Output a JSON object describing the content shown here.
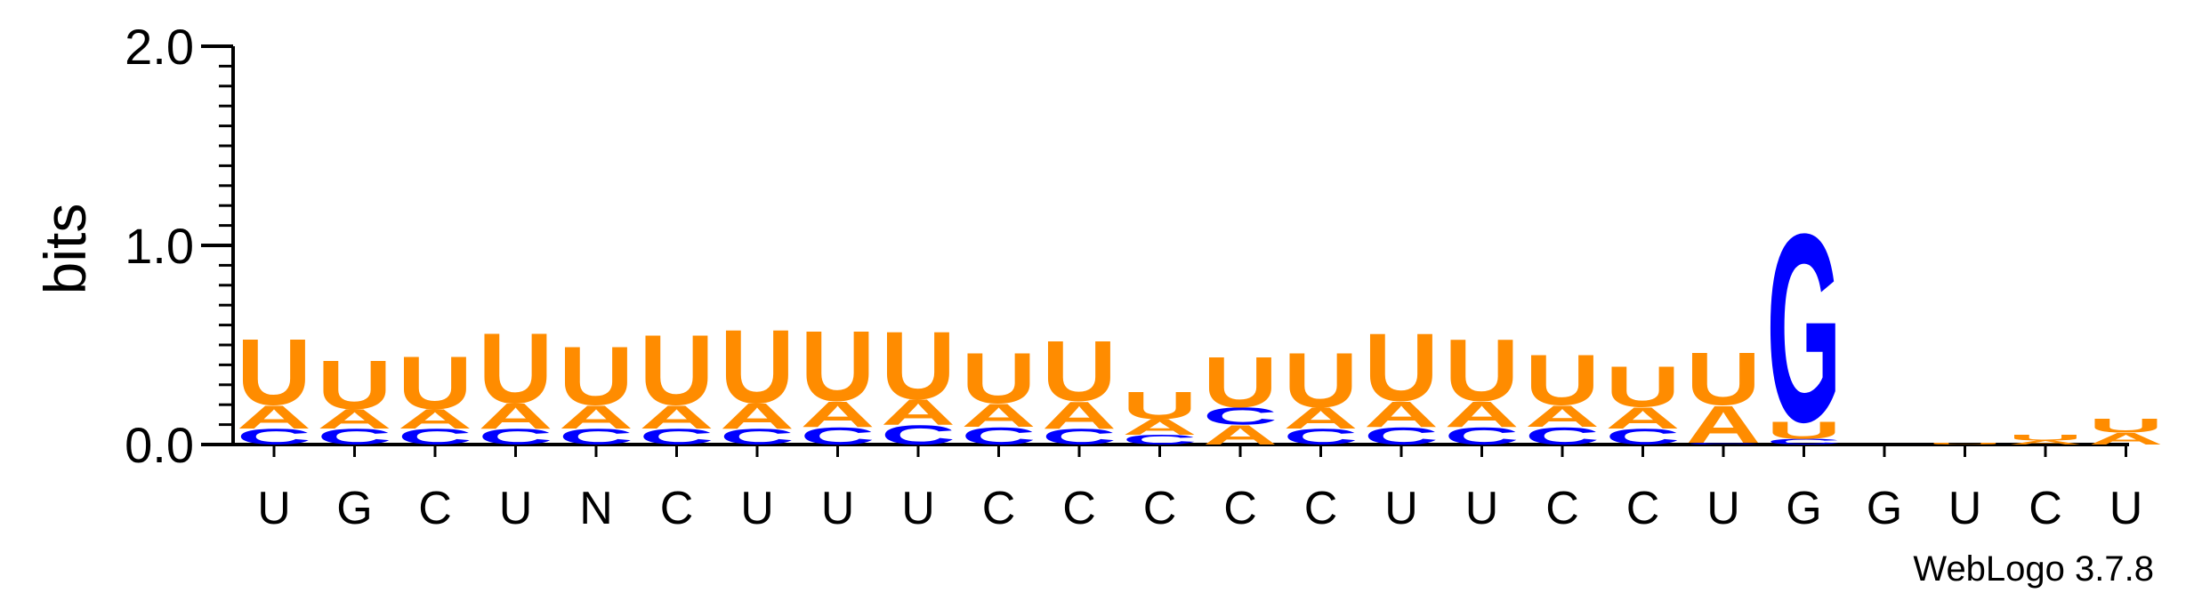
{
  "chart_data": {
    "type": "sequence-logo",
    "ylabel": "bits",
    "ylim": [
      0,
      2
    ],
    "yticks": [
      {
        "value": 0,
        "label": "0.0"
      },
      {
        "value": 1,
        "label": "1.0"
      },
      {
        "value": 2,
        "label": "2.0"
      }
    ],
    "colors": {
      "U": "#ff8c00",
      "A": "#ff8c00",
      "C": "#0000ff",
      "G": "#0000ff"
    },
    "positions": [
      {
        "label": "U",
        "stack": [
          {
            "l": "C",
            "h": 0.08
          },
          {
            "l": "A",
            "h": 0.12
          },
          {
            "l": "U",
            "h": 0.34
          }
        ]
      },
      {
        "label": "G",
        "stack": [
          {
            "l": "C",
            "h": 0.08
          },
          {
            "l": "A",
            "h": 0.1
          },
          {
            "l": "U",
            "h": 0.25
          }
        ]
      },
      {
        "label": "C",
        "stack": [
          {
            "l": "C",
            "h": 0.08
          },
          {
            "l": "A",
            "h": 0.1
          },
          {
            "l": "U",
            "h": 0.27
          }
        ]
      },
      {
        "label": "U",
        "stack": [
          {
            "l": "C",
            "h": 0.08
          },
          {
            "l": "A",
            "h": 0.13
          },
          {
            "l": "U",
            "h": 0.36
          }
        ]
      },
      {
        "label": "N",
        "stack": [
          {
            "l": "C",
            "h": 0.08
          },
          {
            "l": "A",
            "h": 0.12
          },
          {
            "l": "U",
            "h": 0.3
          }
        ]
      },
      {
        "label": "C",
        "stack": [
          {
            "l": "C",
            "h": 0.08
          },
          {
            "l": "A",
            "h": 0.12
          },
          {
            "l": "U",
            "h": 0.36
          }
        ]
      },
      {
        "label": "U",
        "stack": [
          {
            "l": "C",
            "h": 0.08
          },
          {
            "l": "A",
            "h": 0.13
          },
          {
            "l": "U",
            "h": 0.38
          }
        ]
      },
      {
        "label": "U",
        "stack": [
          {
            "l": "C",
            "h": 0.09
          },
          {
            "l": "A",
            "h": 0.13
          },
          {
            "l": "U",
            "h": 0.36
          }
        ]
      },
      {
        "label": "U",
        "stack": [
          {
            "l": "C",
            "h": 0.1
          },
          {
            "l": "A",
            "h": 0.13
          },
          {
            "l": "U",
            "h": 0.35
          }
        ]
      },
      {
        "label": "C",
        "stack": [
          {
            "l": "C",
            "h": 0.09
          },
          {
            "l": "A",
            "h": 0.12
          },
          {
            "l": "U",
            "h": 0.26
          }
        ]
      },
      {
        "label": "C",
        "stack": [
          {
            "l": "C",
            "h": 0.08
          },
          {
            "l": "A",
            "h": 0.14
          },
          {
            "l": "U",
            "h": 0.31
          }
        ]
      },
      {
        "label": "C",
        "stack": [
          {
            "l": "C",
            "h": 0.05
          },
          {
            "l": "A",
            "h": 0.08
          },
          {
            "l": "U",
            "h": 0.14
          }
        ]
      },
      {
        "label": "C",
        "stack": [
          {
            "l": "A",
            "h": 0.1
          },
          {
            "l": "C",
            "h": 0.09
          },
          {
            "l": "U",
            "h": 0.26
          }
        ]
      },
      {
        "label": "C",
        "stack": [
          {
            "l": "C",
            "h": 0.08
          },
          {
            "l": "A",
            "h": 0.11
          },
          {
            "l": "U",
            "h": 0.28
          }
        ]
      },
      {
        "label": "U",
        "stack": [
          {
            "l": "C",
            "h": 0.09
          },
          {
            "l": "A",
            "h": 0.13
          },
          {
            "l": "U",
            "h": 0.35
          }
        ]
      },
      {
        "label": "U",
        "stack": [
          {
            "l": "C",
            "h": 0.09
          },
          {
            "l": "A",
            "h": 0.13
          },
          {
            "l": "U",
            "h": 0.32
          }
        ]
      },
      {
        "label": "C",
        "stack": [
          {
            "l": "C",
            "h": 0.09
          },
          {
            "l": "A",
            "h": 0.11
          },
          {
            "l": "U",
            "h": 0.26
          }
        ]
      },
      {
        "label": "C",
        "stack": [
          {
            "l": "C",
            "h": 0.08
          },
          {
            "l": "A",
            "h": 0.11
          },
          {
            "l": "U",
            "h": 0.21
          }
        ]
      },
      {
        "label": "U",
        "stack": [
          {
            "l": "C",
            "h": 0.01
          },
          {
            "l": "A",
            "h": 0.19
          },
          {
            "l": "U",
            "h": 0.27
          }
        ]
      },
      {
        "label": "G",
        "stack": [
          {
            "l": "C",
            "h": 0.03
          },
          {
            "l": "U",
            "h": 0.09
          },
          {
            "l": "G",
            "h": 0.97
          }
        ]
      },
      {
        "label": "G",
        "stack": []
      },
      {
        "label": "U",
        "stack": [
          {
            "l": "U",
            "h": 0.01
          }
        ]
      },
      {
        "label": "C",
        "stack": [
          {
            "l": "A",
            "h": 0.02
          },
          {
            "l": "U",
            "h": 0.03
          }
        ]
      },
      {
        "label": "U",
        "stack": [
          {
            "l": "A",
            "h": 0.06
          },
          {
            "l": "U",
            "h": 0.07
          }
        ]
      }
    ],
    "credit": "WebLogo 3.7.8"
  }
}
